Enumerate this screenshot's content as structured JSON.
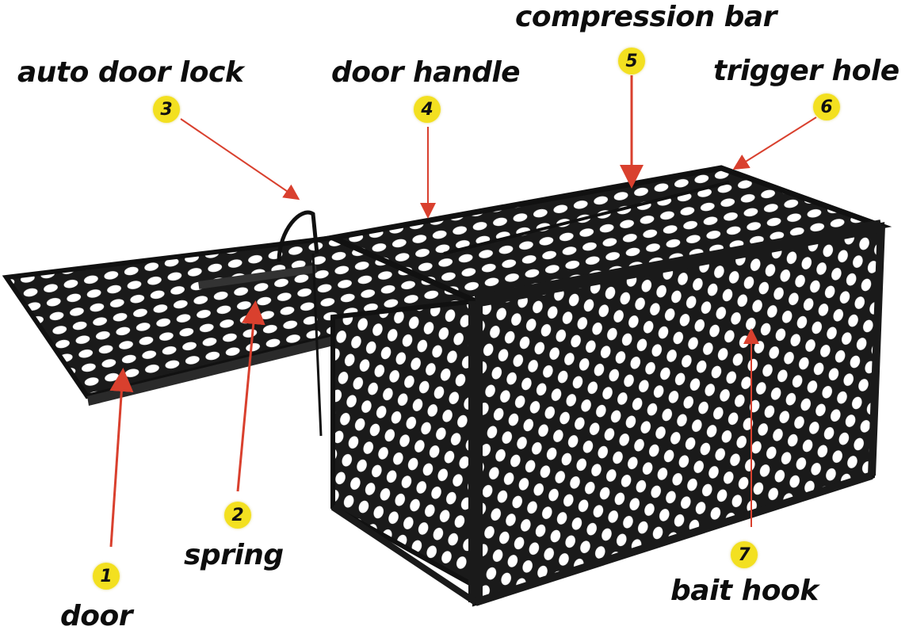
{
  "diagram": {
    "subject": "rodent cage trap",
    "accent_colors": {
      "badge": "#f3e020",
      "arrow": "#d9402e",
      "trap": "#1a1a1a"
    },
    "parts": [
      {
        "number": "1",
        "label": "door"
      },
      {
        "number": "2",
        "label": "spring"
      },
      {
        "number": "3",
        "label": "auto door lock"
      },
      {
        "number": "4",
        "label": "door handle"
      },
      {
        "number": "5",
        "label": "compression bar"
      },
      {
        "number": "6",
        "label": "trigger hole"
      },
      {
        "number": "7",
        "label": "bait hook"
      }
    ]
  }
}
